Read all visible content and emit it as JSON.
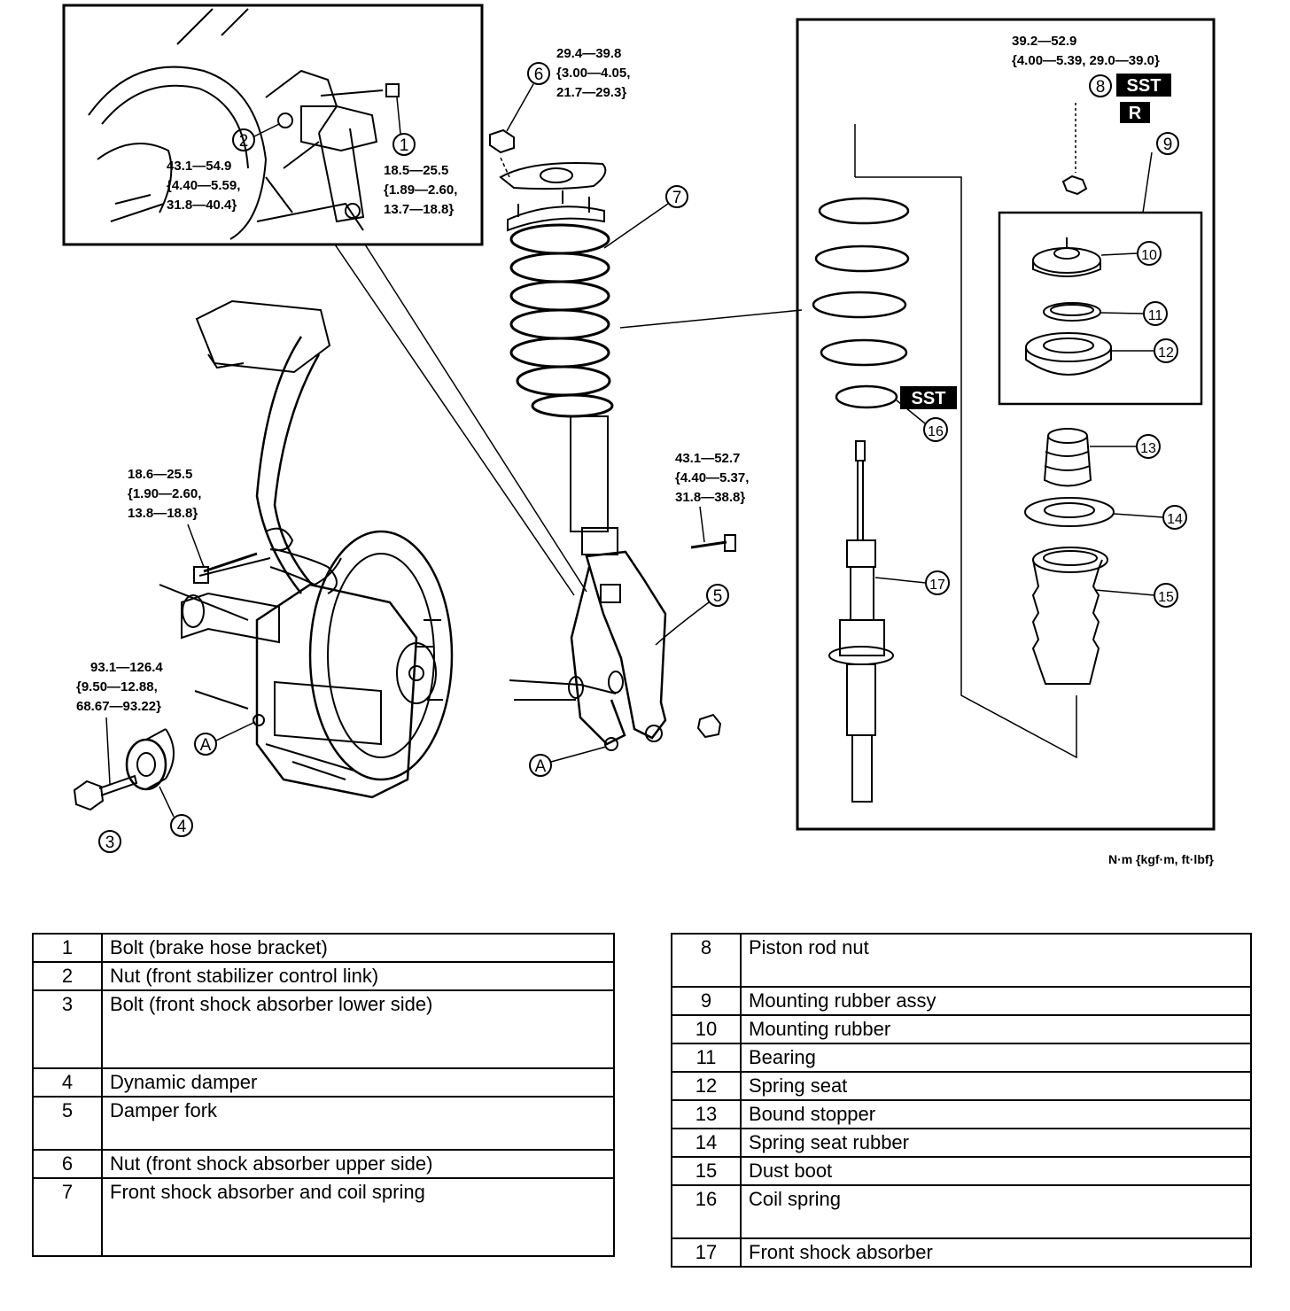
{
  "callouts": [
    "1",
    "2",
    "3",
    "4",
    "5",
    "6",
    "7",
    "8",
    "9",
    "10",
    "11",
    "12",
    "13",
    "14",
    "15",
    "16",
    "17"
  ],
  "ref_marks": {
    "a": "A"
  },
  "tags": {
    "sst": "SST",
    "r": "R"
  },
  "torque": {
    "t1": [
      "18.5—25.5",
      "{1.89—2.60,",
      "13.7—18.8}"
    ],
    "t2": [
      "43.1—54.9",
      "{4.40—5.59,",
      "31.8—40.4}"
    ],
    "t6": [
      "29.4—39.8",
      "{3.00—4.05,",
      "21.7—29.3}"
    ],
    "t8": [
      "39.2—52.9",
      "{4.00—5.39, 29.0—39.0}"
    ],
    "tbracket": [
      "18.6—25.5",
      "{1.90—2.60,",
      "13.8—18.8}"
    ],
    "t5": [
      "43.1—52.7",
      "{4.40—5.37,",
      "31.8—38.8}"
    ],
    "t3": [
      "93.1—126.4",
      "{9.50—12.88,",
      "68.67—93.22}"
    ]
  },
  "units": "N·m {kgf·m, ft·lbf}",
  "parts_left": [
    {
      "num": "1",
      "name": "Bolt (brake hose bracket)"
    },
    {
      "num": "2",
      "name": "Nut (front stabilizer control link)"
    },
    {
      "num": "3",
      "name": "Bolt (front shock absorber lower side)"
    },
    {
      "num": "4",
      "name": "Dynamic damper"
    },
    {
      "num": "5",
      "name": "Damper fork"
    },
    {
      "num": "6",
      "name": "Nut (front shock absorber upper side)"
    },
    {
      "num": "7",
      "name": "Front shock absorber and coil spring"
    }
  ],
  "parts_right": [
    {
      "num": "8",
      "name": "Piston rod nut"
    },
    {
      "num": "9",
      "name": "Mounting rubber assy"
    },
    {
      "num": "10",
      "name": "Mounting rubber"
    },
    {
      "num": "11",
      "name": "Bearing"
    },
    {
      "num": "12",
      "name": "Spring seat"
    },
    {
      "num": "13",
      "name": "Bound stopper"
    },
    {
      "num": "14",
      "name": "Spring seat rubber"
    },
    {
      "num": "15",
      "name": "Dust boot"
    },
    {
      "num": "16",
      "name": "Coil spring"
    },
    {
      "num": "17",
      "name": "Front shock absorber"
    }
  ]
}
